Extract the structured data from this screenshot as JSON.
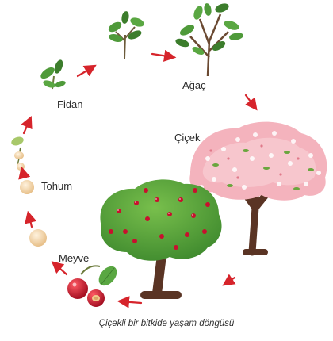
{
  "labels": {
    "sapling": "Fidan",
    "tree": "Ağaç",
    "flower": "Çiçek",
    "seed": "Tohum",
    "fruit": "Meyve"
  },
  "caption": "Çiçekli bir bitkide yaşam döngüsü",
  "colors": {
    "arrow": "#d6242b",
    "leaf": "#4f9a3a",
    "leaf_dark": "#3c7d2c",
    "trunk": "#5a3424",
    "blossom": "#f4b3bd",
    "fruit": "#c8102e",
    "seed": "#f2d4a8"
  }
}
